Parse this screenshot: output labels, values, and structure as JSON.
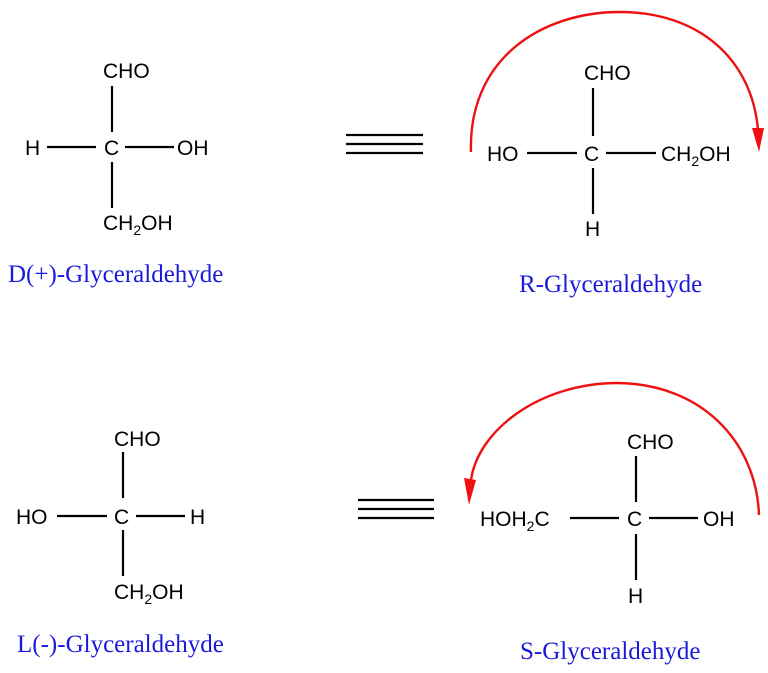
{
  "colors": {
    "caption": "#1a1adc",
    "arrow": "#ee1111",
    "bonds": "#000000",
    "background": "#ffffff"
  },
  "equivalence_symbol": "≡",
  "molecules": [
    {
      "id": "d-glyceraldehyde",
      "caption": "D(+)-Glyceraldehyde",
      "projection": "Fischer",
      "top": "CHO",
      "left": "H",
      "center": "C",
      "right": "OH",
      "bottom_main": "CH",
      "bottom_sub": "2",
      "bottom_tail": "OH"
    },
    {
      "id": "r-glyceraldehyde",
      "caption": "R-Glyceraldehyde",
      "projection": "Fischer (rotated for CIP)",
      "top": "CHO",
      "left": "HO",
      "center": "C",
      "right_main": "CH",
      "right_sub": "2",
      "right_tail": "OH",
      "bottom": "H",
      "rotation_arrow": "clockwise"
    },
    {
      "id": "l-glyceraldehyde",
      "caption": "L(-)-Glyceraldehyde",
      "projection": "Fischer",
      "top": "CHO",
      "left": "HO",
      "center": "C",
      "right": "H",
      "bottom_main": "CH",
      "bottom_sub": "2",
      "bottom_tail": "OH"
    },
    {
      "id": "s-glyceraldehyde",
      "caption": "S-Glyceraldehyde",
      "projection": "Fischer (rotated for CIP)",
      "top": "CHO",
      "left_main": "HOH",
      "left_sub": "2",
      "left_tail": "C",
      "center": "C",
      "right": "OH",
      "bottom": "H",
      "rotation_arrow": "counterclockwise"
    }
  ]
}
